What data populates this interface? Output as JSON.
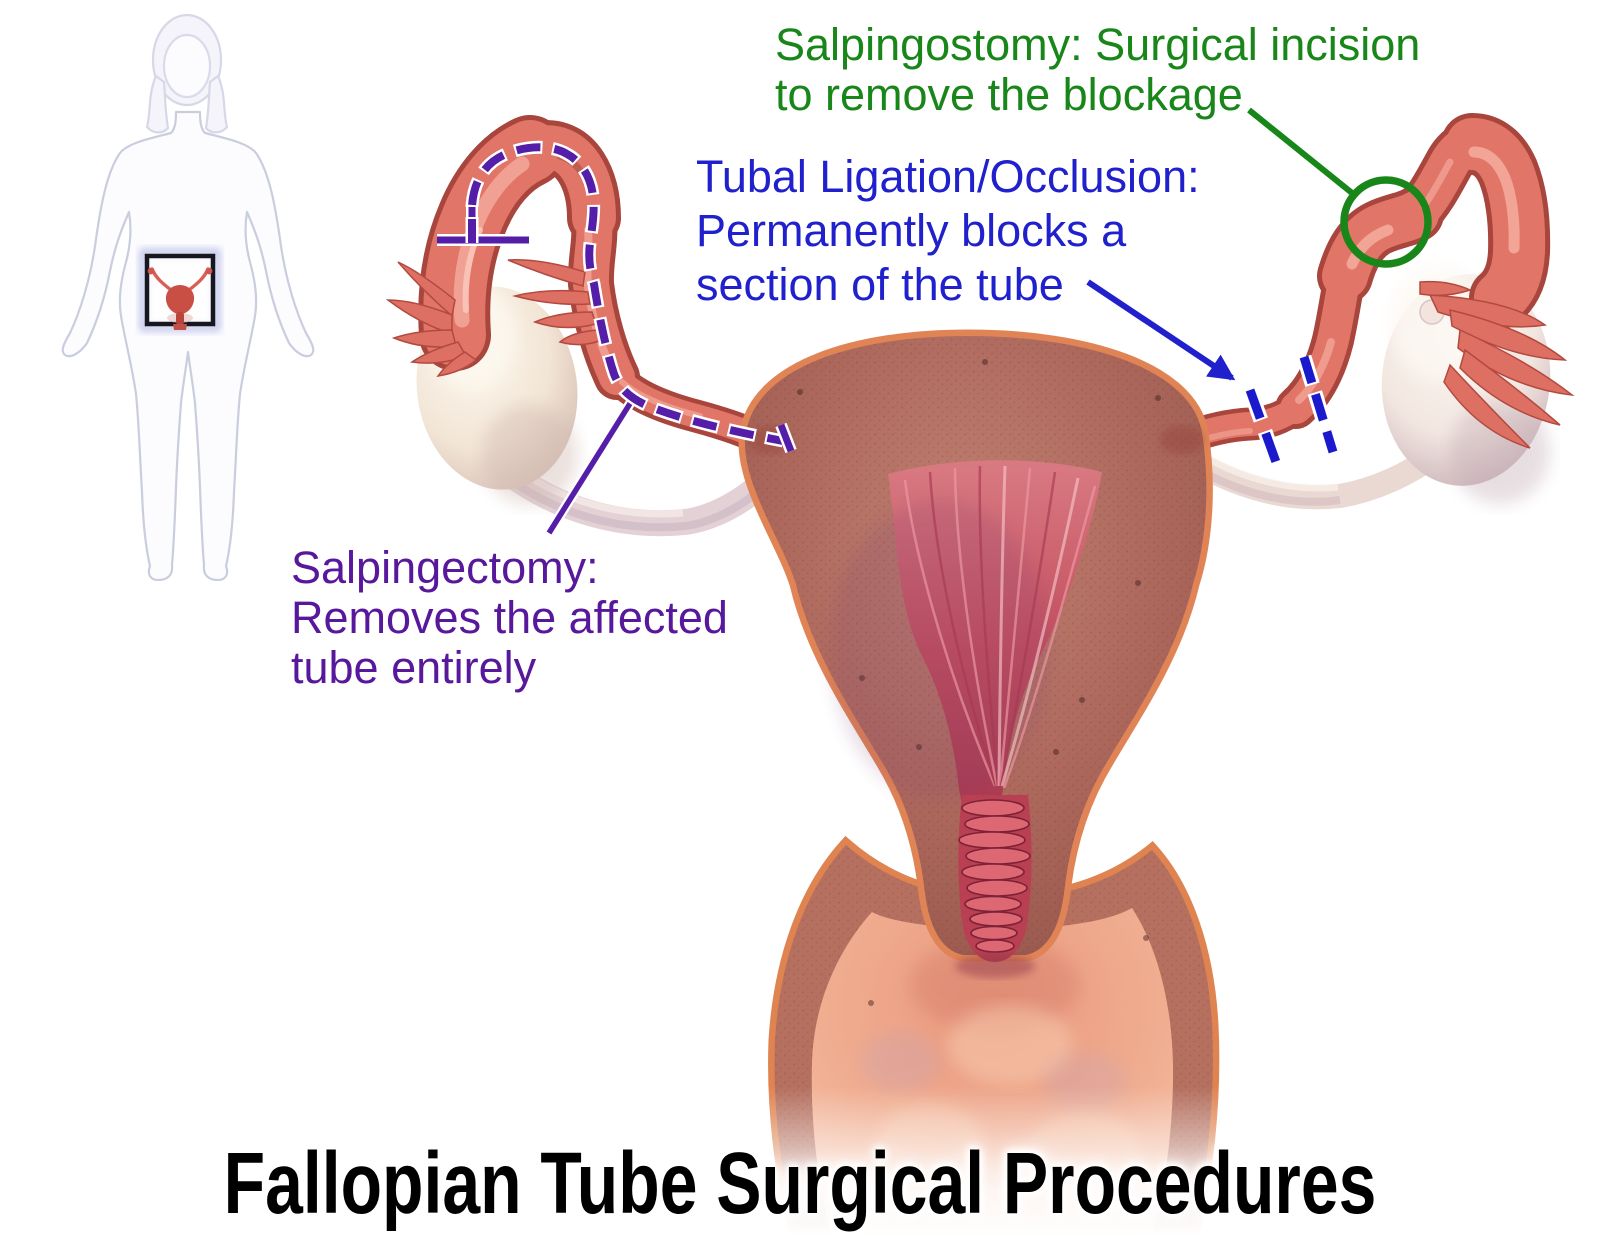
{
  "page_title": "Fallopian Tube Surgical Procedures",
  "annotations": {
    "salpingostomy": {
      "text": "Salpingostomy: Surgical incision\nto remove the blockage",
      "color": "#188618",
      "marker": "green-circle-on-right-tube-blockage"
    },
    "tubal_ligation": {
      "text": "Tubal Ligation/Occlusion:\nPermanently blocks a\nsection of the tube",
      "color": "#2020cc",
      "marker": "two-blue-dashed-cut-marks-on-right-tube"
    },
    "salpingectomy": {
      "text": "Salpingectomy:\nRemoves the affected\ntube entirely",
      "color": "#58189b",
      "marker": "purple-dashed-outline-around-left-tube"
    }
  },
  "inset": {
    "icon": "female-body-outline-icon",
    "highlight_box": "pelvic-region-box",
    "mini_icon": "uterus-mini-icon"
  },
  "colors": {
    "salpingostomy_green": "#188618",
    "tubal_ligation_blue": "#2020cc",
    "salpingectomy_purple": "#58189b",
    "tube_coral": "#e17568",
    "ovary_cream": "#f4e9de",
    "uterus_wall": "#a96156",
    "uterus_rim_orange": "#e08456",
    "cavity_pink": "#c24e5e",
    "cervix_ridges": "#b84052",
    "vagina_interior": "#eda184",
    "title_black": "#000000",
    "background": "#ffffff"
  }
}
